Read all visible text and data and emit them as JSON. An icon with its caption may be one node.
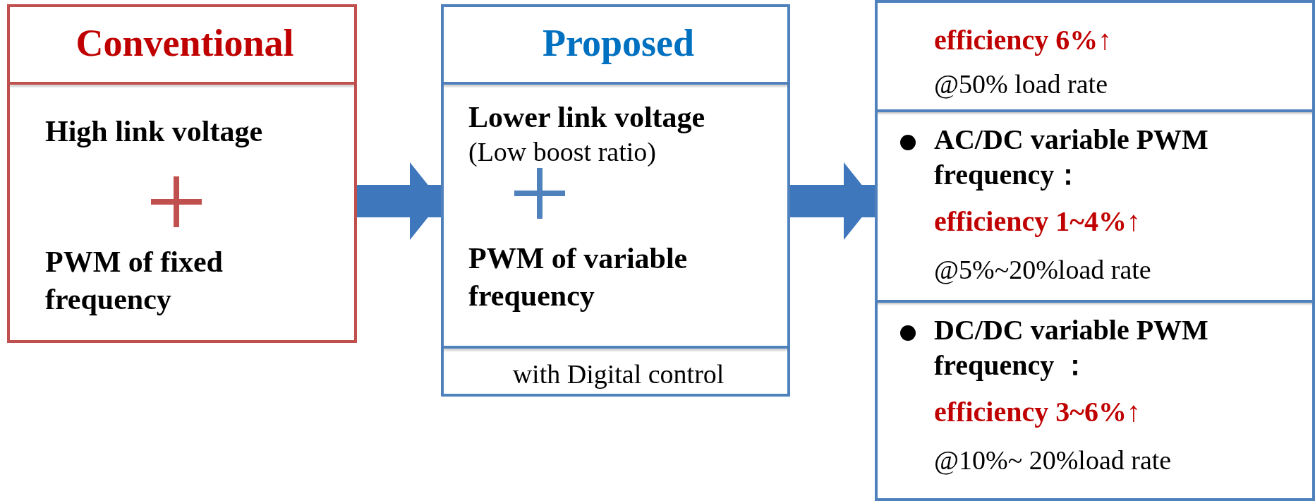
{
  "diagram": {
    "nodes": [
      {
        "text": [
          "Conventional",
          "High link voltage",
          "PWM of fixed frequency"
        ]
      },
      {
        "text": [
          "Proposed",
          "Lower link voltage",
          "(Low boost ratio)",
          "PWM of variable frequency",
          "with Digital control"
        ]
      },
      {
        "text": [],
        "shape": "box"
      },
      {
        "text": [
          "efficiency 6%↑",
          "@50% load rate"
        ],
        "in": 2
      },
      {
        "text": [
          "AC/DC variable PWM frequency：",
          "efficiency 1~4%↑",
          "@5%~20%load rate"
        ],
        "in": 2
      },
      {
        "text": [
          "DC/DC variable PWM frequency ：",
          "efficiency 3~6%↑",
          "@10%~ 20%load rate"
        ],
        "in": 2
      }
    ],
    "edges": [
      {
        "from": 0,
        "to": 1,
        "arrow": "to"
      },
      {
        "from": 1,
        "to": 2,
        "arrow": "to"
      }
    ]
  }
}
